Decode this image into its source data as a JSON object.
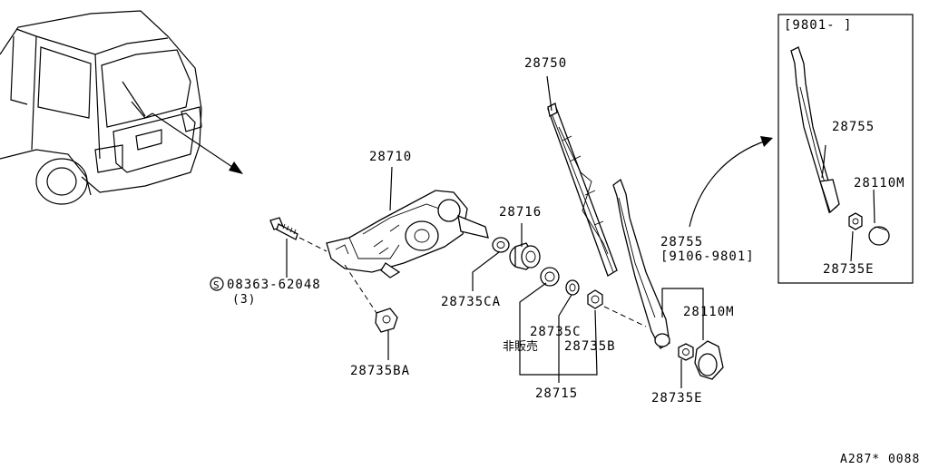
{
  "labels": {
    "p28750": "28750",
    "p28710": "28710",
    "p28716": "28716",
    "p28755": "28755",
    "p28755_range": "[9106-9801]",
    "p28110m": "28110M",
    "p28735ca": "28735CA",
    "p28735c": "28735C",
    "p28735b": "28735B",
    "not_for_sale": "非販売",
    "p28715": "28715",
    "p28735e": "28735E",
    "p28735ba": "28735BA",
    "screw_symbol": "S",
    "screw_code": "08363-62048",
    "screw_qty": "(3)"
  },
  "inset": {
    "range": "[9801-     ]",
    "p28755": "28755",
    "p28110m": "28110M",
    "p28735e": "28735E"
  },
  "footer": {
    "code": "A287* 0088"
  }
}
